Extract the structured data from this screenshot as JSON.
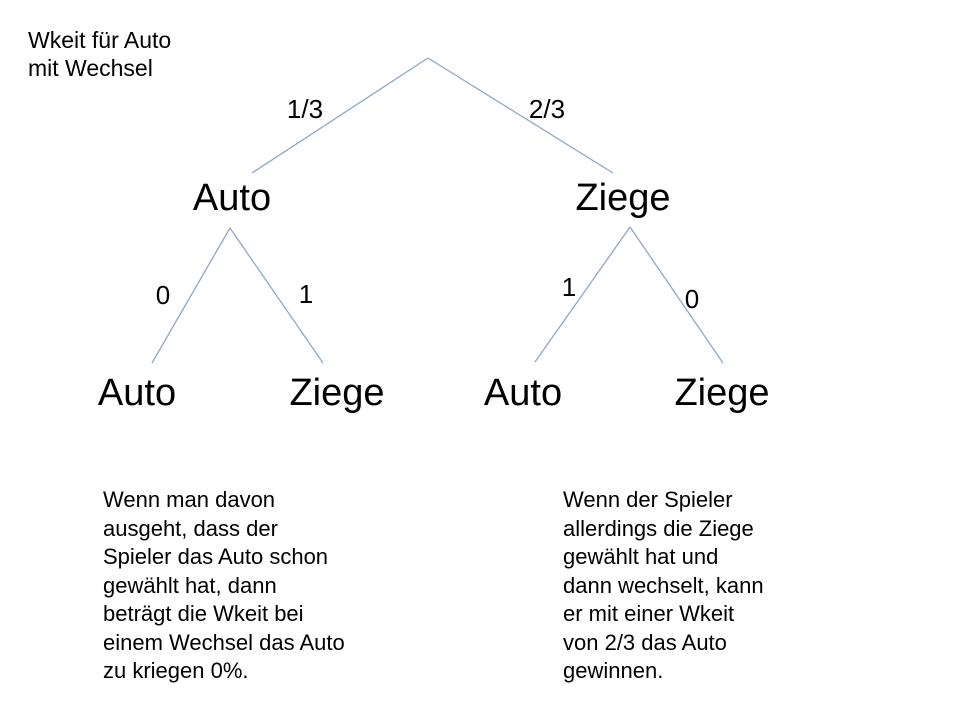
{
  "title": {
    "lines": [
      "Wkeit für Auto",
      "mit Wechsel"
    ]
  },
  "tree": {
    "branch_labels": {
      "root_left": "1/3",
      "root_right": "2/3",
      "auto_left": "0",
      "auto_right": "1",
      "ziege_left": "1",
      "ziege_right": "0"
    },
    "nodes": {
      "level1_left": "Auto",
      "level1_right": "Ziege",
      "leaf_auto_auto": "Auto",
      "leaf_auto_ziege": "Ziege",
      "leaf_ziege_auto": "Auto",
      "leaf_ziege_ziege": "Ziege"
    }
  },
  "notes": {
    "left": [
      "Wenn man davon",
      "ausgeht, dass der",
      "Spieler das Auto schon",
      "gewählt hat, dann",
      "beträgt die Wkeit bei",
      "einem Wechsel das Auto",
      "zu kriegen 0%."
    ],
    "right": [
      "Wenn der Spieler",
      "allerdings die Ziege",
      "gewählt hat und",
      "dann wechselt, kann",
      "er mit einer Wkeit",
      "von 2/3 das Auto",
      "gewinnen."
    ]
  },
  "colors": {
    "line": "#8fa8c8",
    "text": "#000000",
    "background": "#ffffff"
  }
}
